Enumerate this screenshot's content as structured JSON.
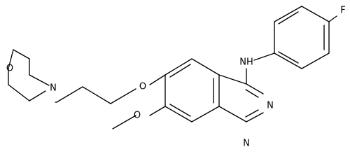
{
  "structure": {
    "atom_labels": {
      "fluorine": "F",
      "amine_nh": "NH",
      "quinazoline_n3": "N",
      "quinazoline_n1": "N",
      "ether_o6": "O",
      "methoxy_o7": "O",
      "morpholine_o": "O",
      "morpholine_n": "N"
    },
    "bond_color": "#000000",
    "background": "#ffffff"
  }
}
